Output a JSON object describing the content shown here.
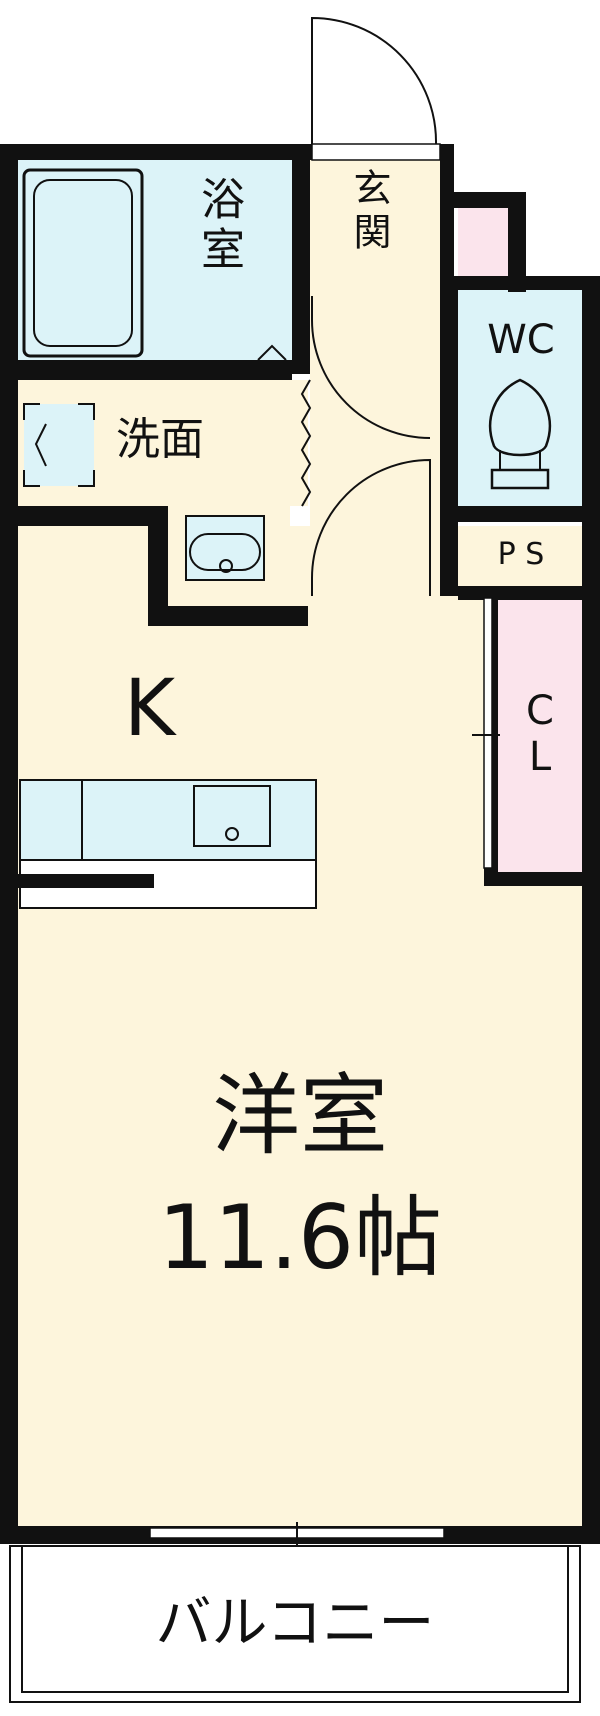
{
  "rooms": {
    "bath": "浴室",
    "entrance": "玄関",
    "washroom": "洗面",
    "wc": "WC",
    "ps": "P S",
    "kitchen": "K",
    "closet": "CL",
    "western_room": "洋室",
    "western_size": "11.6帖",
    "balcony": "バルコニー"
  },
  "colors": {
    "floor": "#fdf5dc",
    "wet_area": "#dcf3f8",
    "closet": "#fbe4ec",
    "wall": "#111111"
  }
}
